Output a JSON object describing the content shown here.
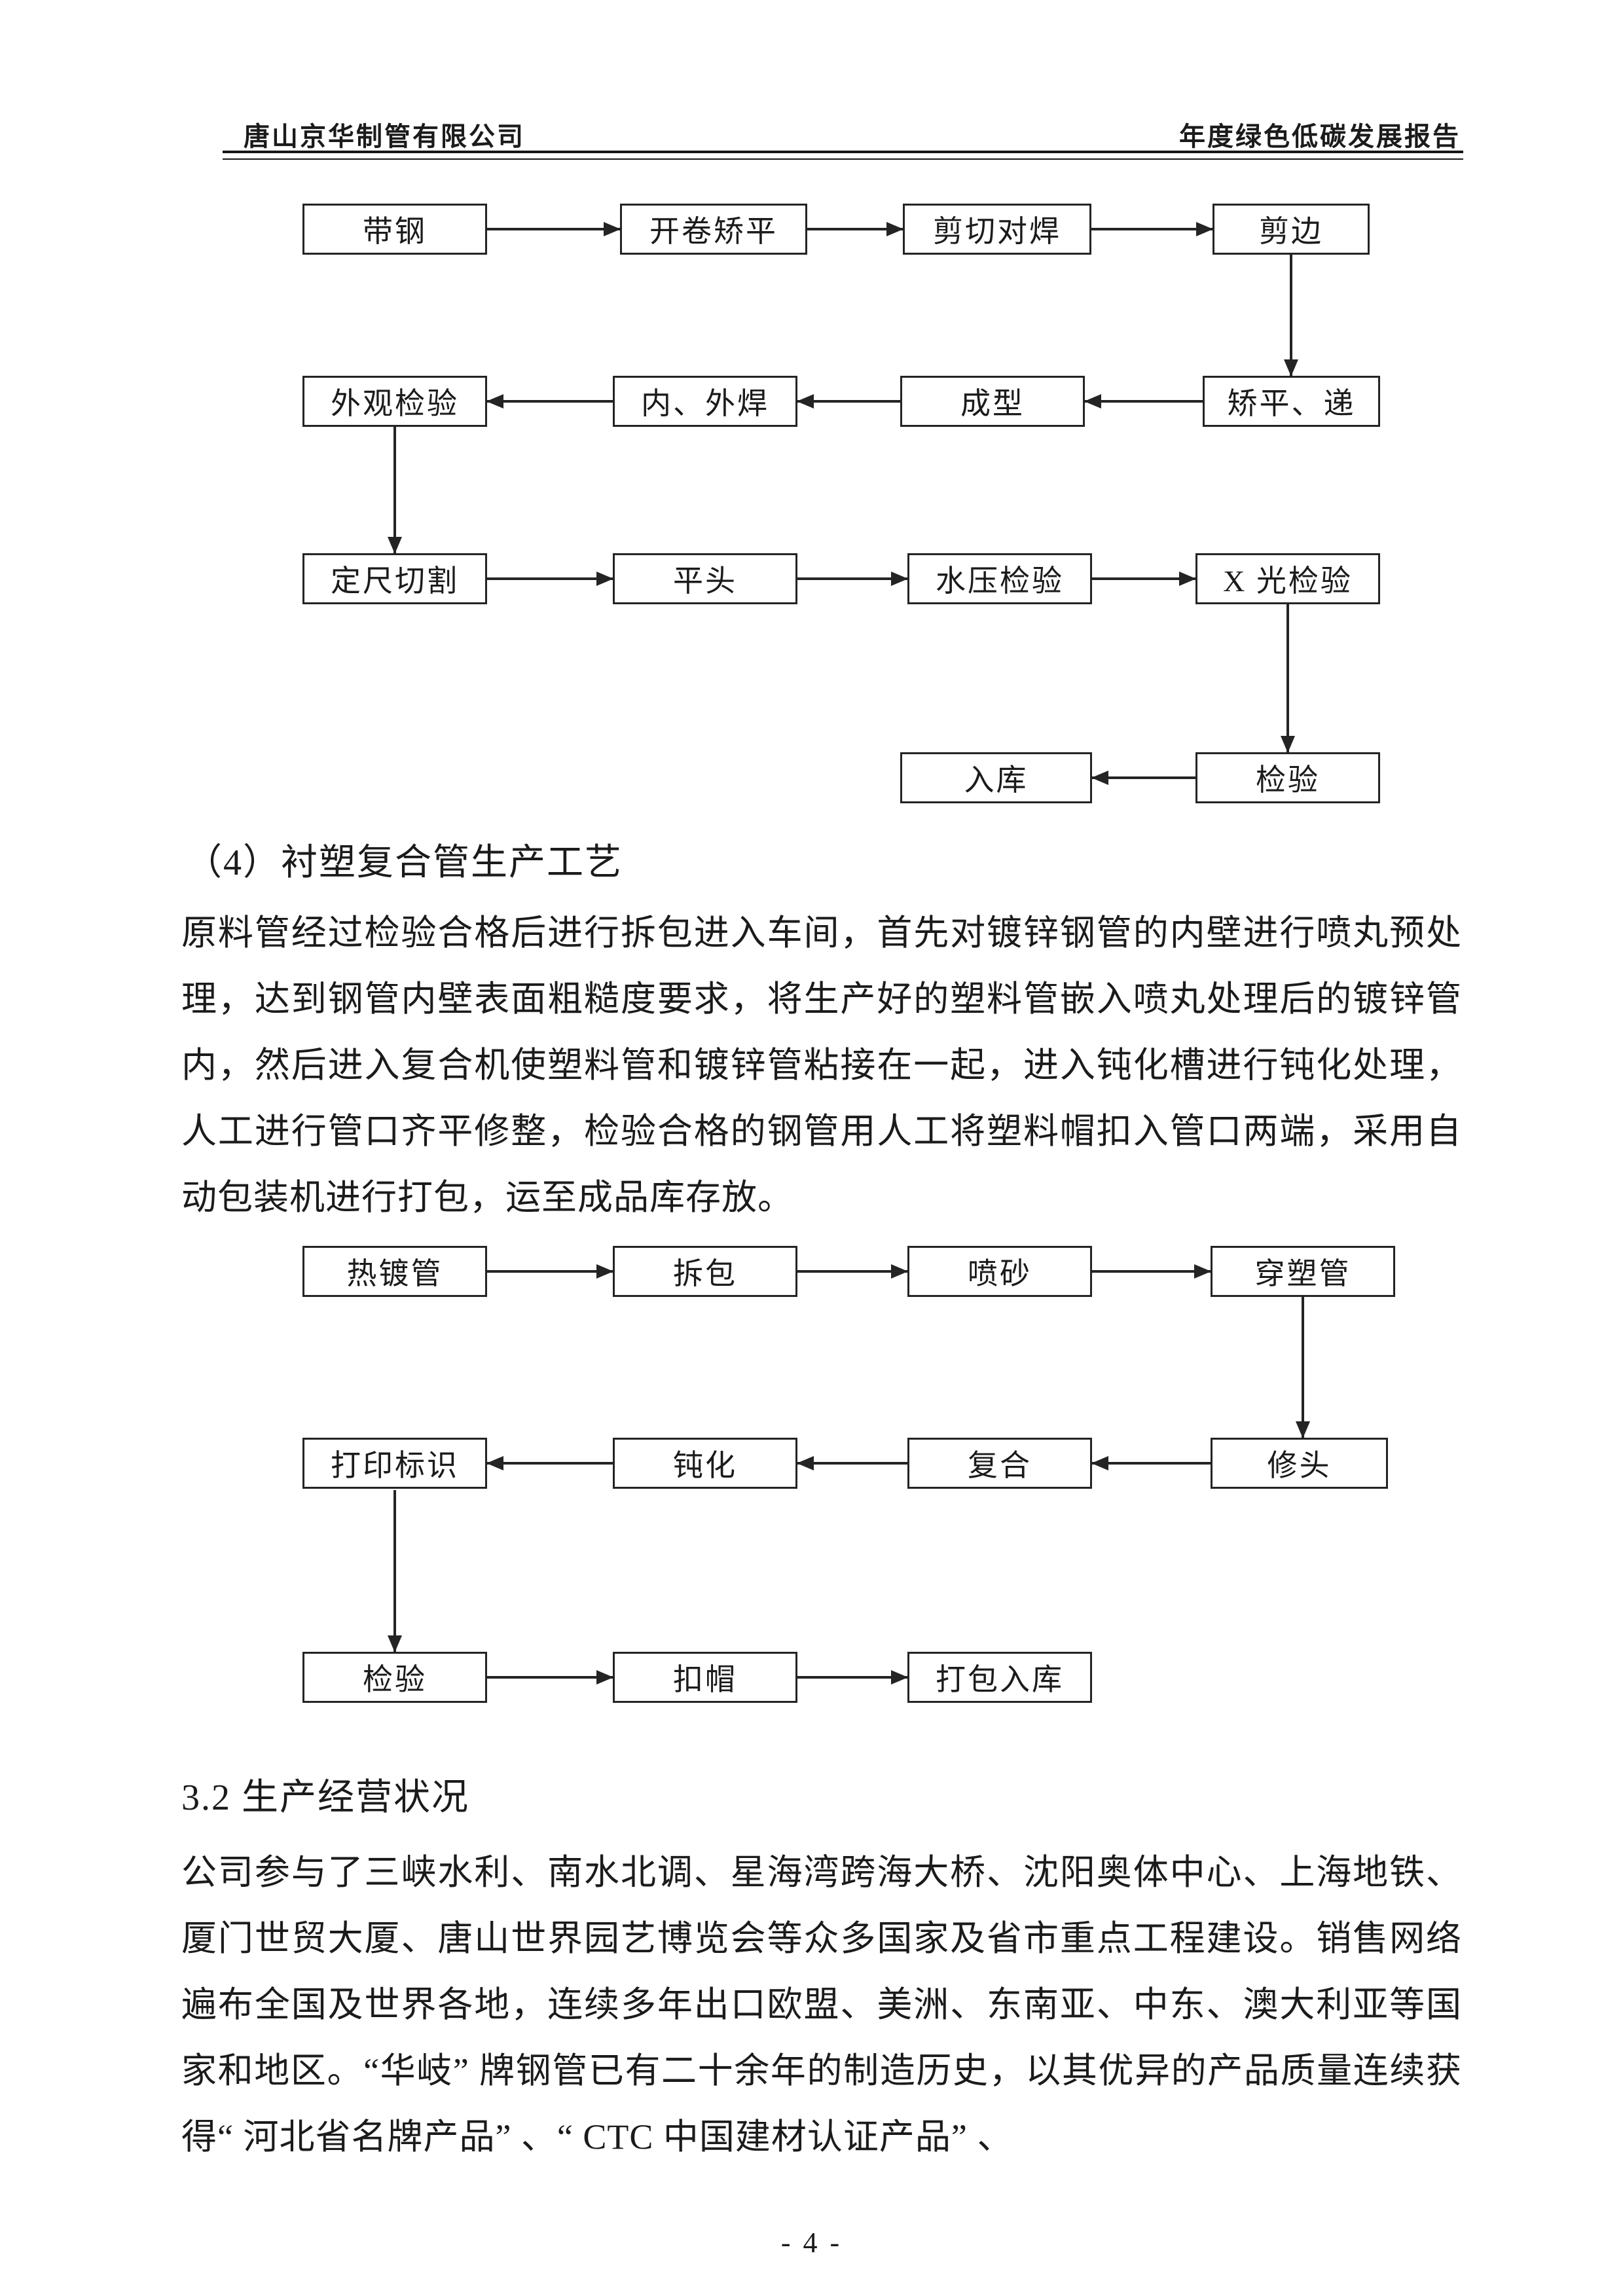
{
  "colors": {
    "ink": "#1b1b1b",
    "paper": "#ffffff"
  },
  "header": {
    "left": "唐山京华制管有限公司",
    "right": "年度绿色低碳发展报告"
  },
  "sections": {
    "heading_lined_pipe": "（4）衬塑复合管生产工艺",
    "para_lined_pipe": "原料管经过检验合格后进行拆包进入车间，首先对镀锌钢管的内壁进行喷丸预处理，达到钢管内壁表面粗糙度要求，将生产好的塑料管嵌入喷丸处理后的镀锌管内，然后进入复合机使塑料管和镀锌管粘接在一起，进入钝化槽进行钝化处理，人工进行管口齐平修整，检验合格的钢管用人工将塑料帽扣入管口两端，采用自动包装机进行打包，运至成品库存放。",
    "heading_operations": "3.2 生产经营状况",
    "para_operations": "公司参与了三峡水利、南水北调、星海湾跨海大桥、沈阳奥体中心、上海地铁、 厦门世贸大厦、唐山世界园艺博览会等众多国家及省市重点工程建设。销售网络遍布全国及世界各地，连续多年出口欧盟、美洲、东南亚、中东、澳大利亚等国家和地区。“华岐” 牌钢管已有二十余年的制造历史，以其优异的产品质量连续获得“ 河北省名牌产品” 、“ CTC 中国建材认证产品” 、"
  },
  "flow1": {
    "steps": [
      "带钢",
      "开卷矫平",
      "剪切对焊",
      "剪边",
      "外观检验",
      "内、外焊",
      "成型",
      "矫平、递",
      "定尺切割",
      "平头",
      "水压检验",
      "X 光检验",
      "入库",
      "检验"
    ]
  },
  "flow2": {
    "steps": [
      "热镀管",
      "拆包",
      "喷砂",
      "穿塑管",
      "打印标识",
      "钝化",
      "复合",
      "修头",
      "检验",
      "扣帽",
      "打包入库"
    ]
  },
  "footer": {
    "page_label": "- 4 -"
  }
}
